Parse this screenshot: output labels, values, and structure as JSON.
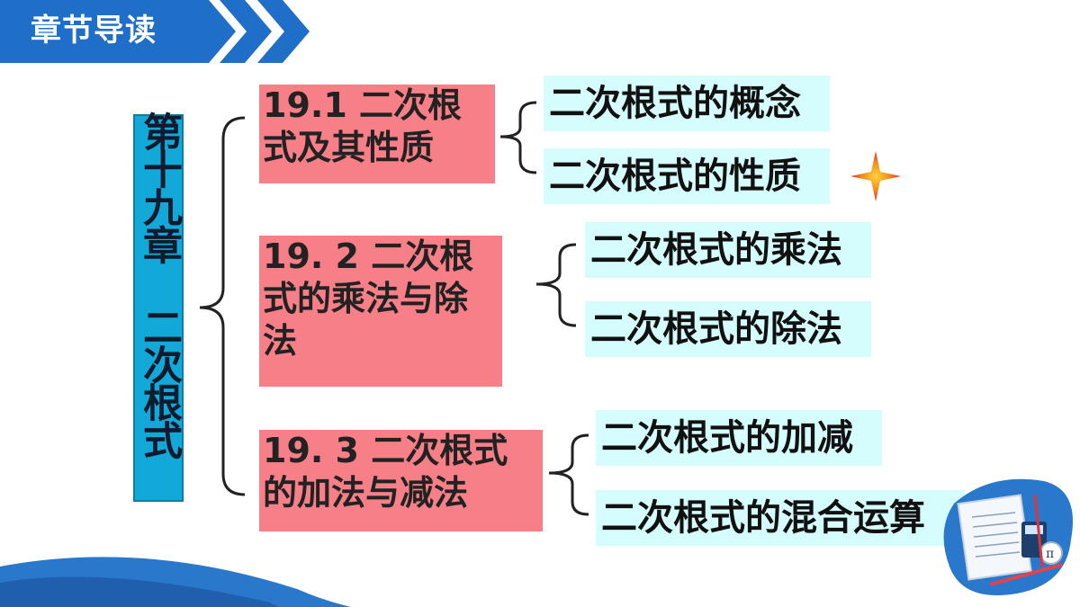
{
  "header": {
    "title": "章节导读"
  },
  "chapter": {
    "title": "第十九章 二次根式"
  },
  "sections": [
    {
      "title": "19.1 二次根式及其性质",
      "topics": [
        "二次根式的概念",
        "二次根式的性质"
      ]
    },
    {
      "title": "19. 2 二次根式的乘法与除法",
      "topics": [
        "二次根式的乘法",
        "二次根式的除法"
      ]
    },
    {
      "title": "19. 3 二次根式的加法与减法",
      "topics": [
        "二次根式的加减",
        "二次根式的混合运算"
      ]
    }
  ],
  "icons": {
    "star": "star-icon",
    "decoration": "math-illustration-icon"
  },
  "colors": {
    "banner": "#1f6fc8",
    "chapter_bg": "#12a9d8",
    "section_bg": "#f77f87",
    "topic_bg": "#d6fdfd",
    "star": "#e8262b"
  }
}
